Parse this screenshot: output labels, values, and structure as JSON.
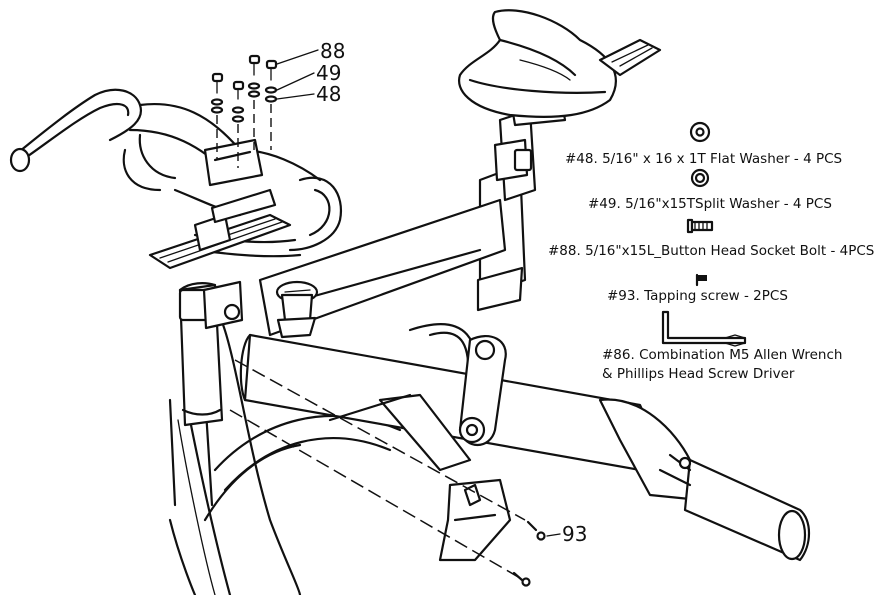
{
  "callouts": {
    "bolt": "88",
    "split_washer": "49",
    "flat_washer": "48",
    "tapping_screw": "93"
  },
  "parts_list": [
    {
      "line1": "#48. 5/16\" x 16 x 1T Flat Washer - 4 PCS",
      "icon": "flat-washer-icon"
    },
    {
      "line1": "#49. 5/16\"x15TSplit Washer - 4 PCS",
      "icon": "split-washer-icon"
    },
    {
      "line1": "#88. 5/16\"x15L_Button Head Socket Bolt - 4PCS",
      "icon": "button-head-bolt-icon"
    },
    {
      "line1": "#93. Tapping screw - 2PCS",
      "icon": "tapping-screw-icon"
    },
    {
      "line1": "#86. Combination M5 Allen Wrench",
      "line2": "& Phillips Head Screw Driver",
      "icon": "allen-wrench-screwdriver-icon"
    }
  ]
}
